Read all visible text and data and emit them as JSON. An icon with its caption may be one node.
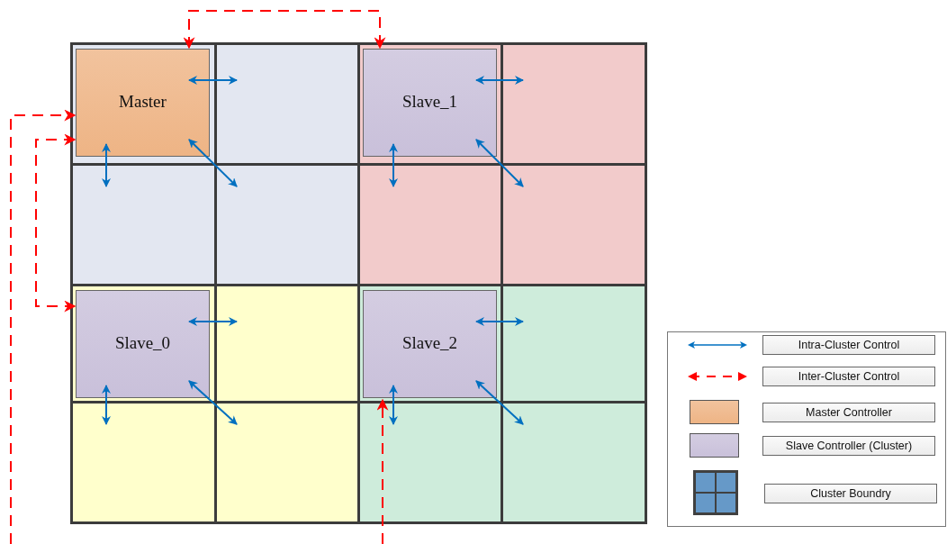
{
  "diagram": {
    "nodes": [
      {
        "text": [],
        "shape": "box"
      },
      {
        "text": [],
        "shape": "box"
      },
      {
        "text": [],
        "shape": "box"
      },
      {
        "text": [],
        "shape": "box"
      },
      {
        "text": [],
        "shape": "box"
      },
      {
        "text": [],
        "shape": "box"
      },
      {
        "text": [],
        "shape": "box"
      },
      {
        "text": [],
        "shape": "box"
      },
      {
        "text": [],
        "shape": "box"
      },
      {
        "text": [],
        "shape": "box"
      },
      {
        "text": [],
        "shape": "box"
      },
      {
        "text": [],
        "shape": "box"
      },
      {
        "text": [],
        "shape": "box"
      },
      {
        "text": [],
        "shape": "box"
      },
      {
        "text": [],
        "shape": "box"
      },
      {
        "text": [],
        "shape": "box"
      },
      {
        "text": [
          "Master"
        ],
        "in": 0
      },
      {
        "text": [
          "Slave_1"
        ],
        "in": 2
      },
      {
        "text": [
          "Slave_0"
        ],
        "in": 8
      },
      {
        "text": [
          "Slave_2"
        ],
        "in": 10
      }
    ],
    "edges": [
      {
        "from": 16,
        "to": 1,
        "arrow": "both"
      },
      {
        "from": 16,
        "to": 4,
        "arrow": "both"
      },
      {
        "from": 16,
        "to": 5,
        "arrow": "both"
      },
      {
        "from": 17,
        "to": 3,
        "arrow": "both"
      },
      {
        "from": 17,
        "to": 6,
        "arrow": "both"
      },
      {
        "from": 17,
        "to": 7,
        "arrow": "both"
      },
      {
        "from": 18,
        "to": 9,
        "arrow": "both"
      },
      {
        "from": 18,
        "to": 12,
        "arrow": "both"
      },
      {
        "from": 18,
        "to": 13,
        "arrow": "both"
      },
      {
        "from": 19,
        "to": 11,
        "arrow": "both"
      },
      {
        "from": 19,
        "to": 14,
        "arrow": "both"
      },
      {
        "from": 19,
        "to": 15,
        "arrow": "both"
      },
      {
        "from": 16,
        "to": 17,
        "arrow": "both",
        "style": "dashed",
        "color": "#ff0000"
      },
      {
        "from": null,
        "to": 16,
        "arrow": "to",
        "style": "dashed",
        "color": "#ff0000"
      },
      {
        "from": 16,
        "to": 18,
        "arrow": "both",
        "style": "dashed",
        "color": "#ff0000"
      },
      {
        "from": null,
        "to": 19,
        "arrow": "to",
        "style": "dashed",
        "color": "#ff0000"
      }
    ],
    "legend": [
      {
        "text": "Intra-Cluster Control"
      },
      {
        "text": "Inter-Cluster Control"
      },
      {
        "text": "Master Controller",
        "color": "#eeb485"
      },
      {
        "text": "Slave Controller (Cluster)",
        "color": "#c9c0da"
      },
      {
        "text": "Cluster Boundry"
      }
    ]
  }
}
